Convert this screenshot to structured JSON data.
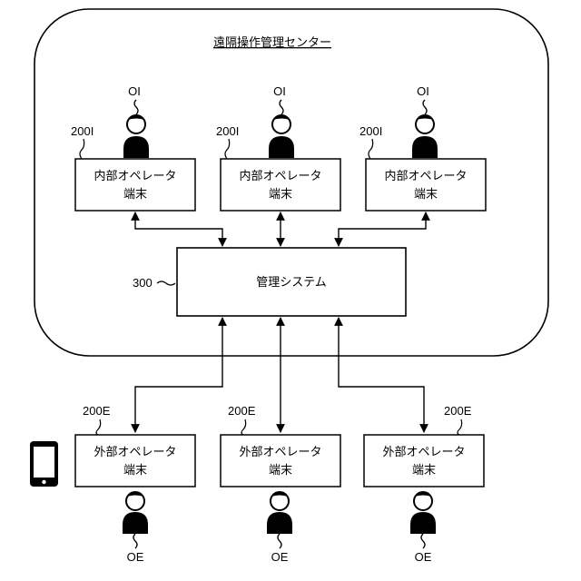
{
  "center": {
    "title": "遠隔操作管理センター"
  },
  "system": {
    "label": "管理システム",
    "ref": "300"
  },
  "internal_terminals": [
    {
      "line1": "内部オペレータ",
      "line2": "端末",
      "ref": "200I",
      "operator": "OI"
    },
    {
      "line1": "内部オペレータ",
      "line2": "端末",
      "ref": "200I",
      "operator": "OI"
    },
    {
      "line1": "内部オペレータ",
      "line2": "端末",
      "ref": "200I",
      "operator": "OI"
    }
  ],
  "external_terminals": [
    {
      "line1": "外部オペレータ",
      "line2": "端末",
      "ref": "200E",
      "operator": "OE"
    },
    {
      "line1": "外部オペレータ",
      "line2": "端末",
      "ref": "200E",
      "operator": "OE"
    },
    {
      "line1": "外部オペレータ",
      "line2": "端末",
      "ref": "200E",
      "operator": "OE"
    }
  ],
  "icons": {
    "device": "smartphone-icon",
    "operator": "person-icon"
  }
}
